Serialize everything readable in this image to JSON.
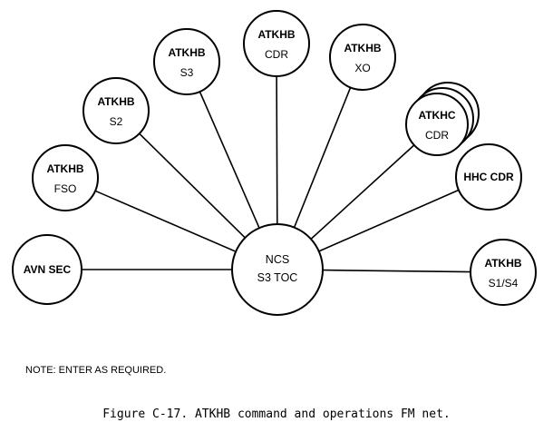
{
  "diagram": {
    "center": {
      "lines": [
        "NCS",
        "S3 TOC"
      ]
    },
    "nodes": [
      {
        "id": "avn-sec",
        "lines": [
          "AVN SEC"
        ]
      },
      {
        "id": "atkhb-fso",
        "lines": [
          "ATKHB",
          "FSO"
        ]
      },
      {
        "id": "atkhb-s2",
        "lines": [
          "ATKHB",
          "S2"
        ]
      },
      {
        "id": "atkhb-s3",
        "lines": [
          "ATKHB",
          "S3"
        ]
      },
      {
        "id": "atkhb-cdr",
        "lines": [
          "ATKHB",
          "CDR"
        ]
      },
      {
        "id": "atkhb-xo",
        "lines": [
          "ATKHB",
          "XO"
        ]
      },
      {
        "id": "atkhc-cdr",
        "lines": [
          "ATKHC",
          "CDR"
        ],
        "stacked": true
      },
      {
        "id": "hhc-cdr",
        "lines": [
          "HHC CDR"
        ]
      },
      {
        "id": "atkhb-s1-s4",
        "lines": [
          "ATKHB",
          "S1/S4"
        ]
      }
    ]
  },
  "note": "NOTE: ENTER AS REQUIRED.",
  "caption": "Figure C-17. ATKHB command and operations FM net."
}
